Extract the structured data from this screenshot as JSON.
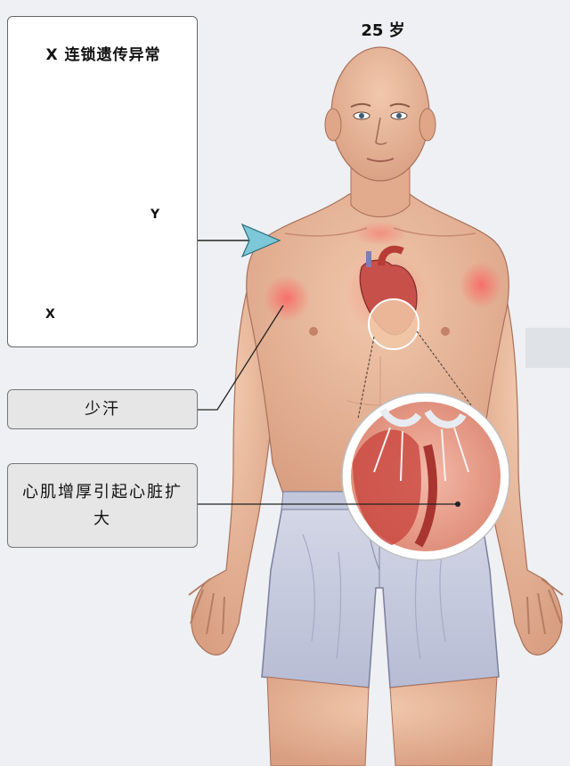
{
  "age_label": "25 岁",
  "inset": {
    "title": "X 连锁遗传异常",
    "x_label": "X",
    "y_label": "Y"
  },
  "labels": {
    "sweating": "少汗",
    "heart": "心肌增厚引起心脏扩大"
  },
  "colors": {
    "x_chromosome": "#3a8fb0",
    "y_chromosome": "#8f93c9",
    "mutation": "#d7191c",
    "arrow": "#7cc8d8",
    "skin": "#e9b79a",
    "shorts": "#c9cde0",
    "heart": "#c8504a"
  }
}
